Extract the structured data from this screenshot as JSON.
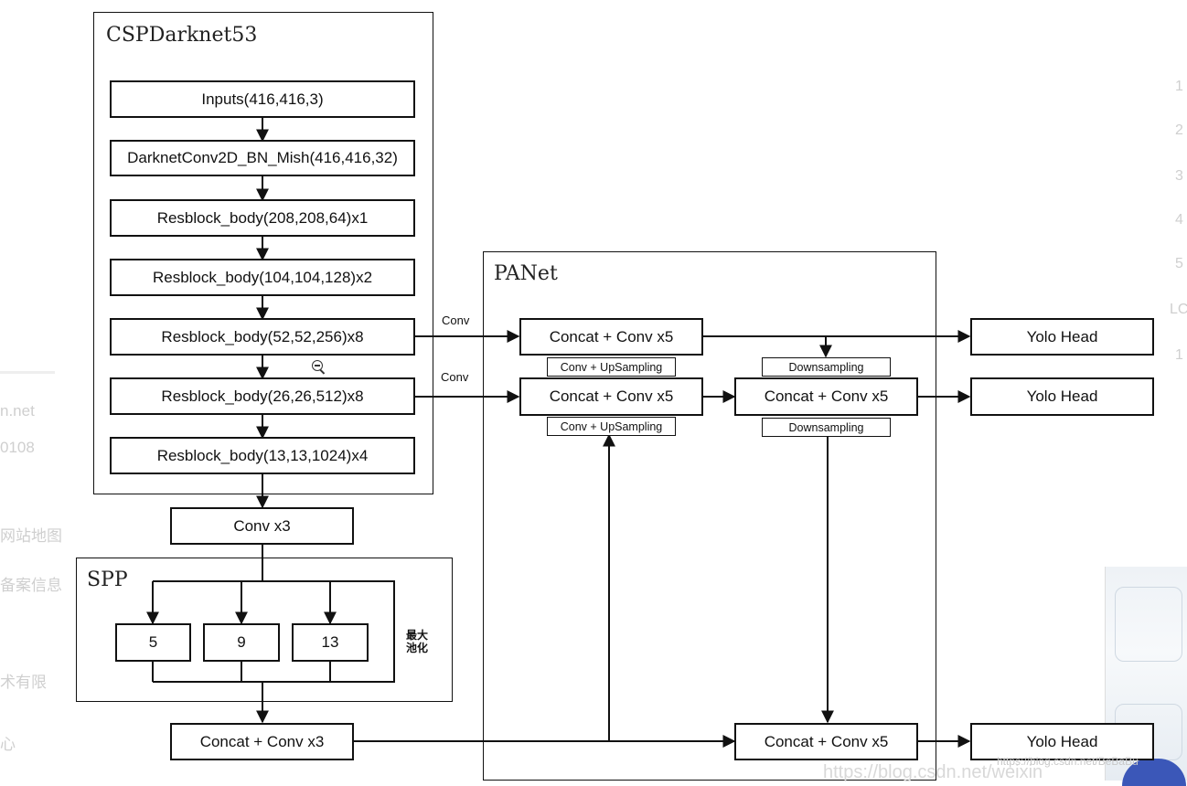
{
  "backbone": {
    "title": "CSPDarknet53",
    "blocks": [
      "Inputs(416,416,3)",
      "DarknetConv2D_BN_Mish(416,416,32)",
      "Resblock_body(208,208,64)x1",
      "Resblock_body(104,104,128)x2",
      "Resblock_body(52,52,256)x8",
      "Resblock_body(26,26,512)x8",
      "Resblock_body(13,13,1024)x4"
    ]
  },
  "conv_x3": "Conv x3",
  "spp": {
    "title": "SPP",
    "pools": [
      "5",
      "9",
      "13"
    ],
    "note_line1": "最大",
    "note_line2": "池化"
  },
  "concat_conv_x3": "Concat + Conv x3",
  "panet": {
    "title": "PANet",
    "concat_top": "Concat + Conv x5",
    "concat_mid": "Concat + Conv x5",
    "concat_right_mid": "Concat + Conv x5",
    "concat_bottom": "Concat + Conv x5",
    "upsampling_1": "Conv + UpSampling",
    "upsampling_2": "Conv + UpSampling",
    "downsampling_1": "Downsampling",
    "downsampling_2": "Downsampling"
  },
  "conv_label_top": "Conv",
  "conv_label_mid": "Conv",
  "heads": [
    "Yolo Head",
    "Yolo Head",
    "Yolo Head"
  ],
  "left_ghost": [
    "n.net",
    "0108",
    "网站地图",
    "备案信息",
    "术有限",
    "心"
  ],
  "right_ghost": [
    "1",
    "2",
    "3",
    "4",
    "5",
    "LC",
    "1"
  ],
  "watermark": "https://blog.csdn.net/BeBaBu",
  "watermark_back": "https://blog.csdn.net/weixin"
}
